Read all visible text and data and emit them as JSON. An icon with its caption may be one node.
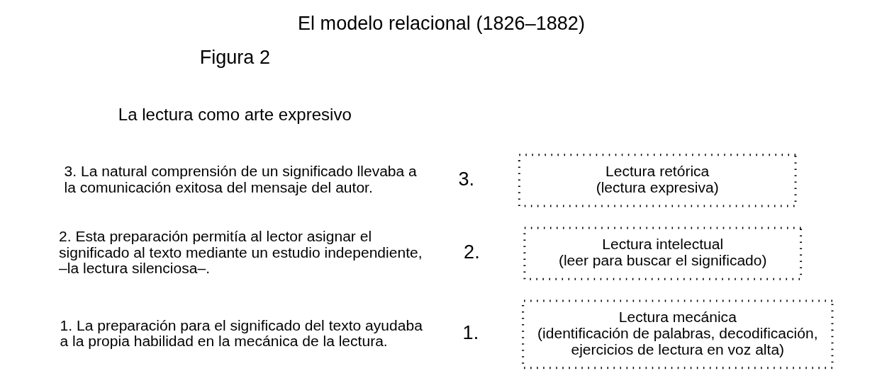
{
  "diagram": {
    "title": "El modelo relacional (1826–1882)",
    "nodes": [
      {
        "text": [
          "Lectura retórica",
          "(lectura expresiva)"
        ],
        "beside": [
          "3."
        ]
      },
      {
        "text": [
          "Lectura intelectual",
          "(leer para buscar el significado)"
        ],
        "beside": [
          "2."
        ]
      },
      {
        "text": [
          "Lectura mecánica",
          "(identificación de palabras, decodificación, ejercicios de lectura en voz alta)"
        ],
        "beside": [
          "1."
        ]
      }
    ],
    "labels": [
      "Figura 2",
      "La lectura como arte expresivo",
      "3. La natural comprensión de un significado llevaba a la comunicación exitosa del mensaje del autor.",
      "2. Esta preparación permitía al lector asignar el significado al texto mediante un estudio independiente, –la lectura silenciosa–.",
      "1. La preparación para el significado del texto ayudaba a la propia habilidad en la mecánica de la lectura."
    ]
  }
}
